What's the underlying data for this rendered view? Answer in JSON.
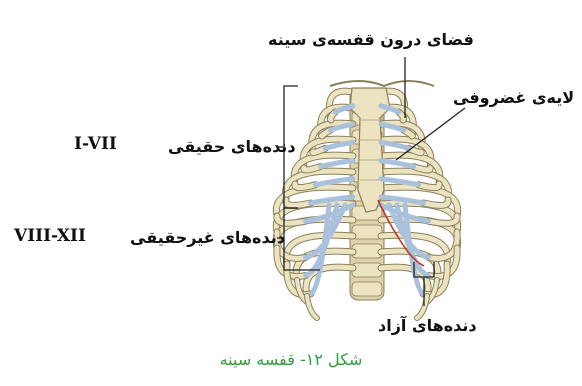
{
  "labels": {
    "thoracic_cavity": "فضای درون قفسه‌ی سینه",
    "cartilage_layer": "لایه‌ی غضروفی",
    "true_ribs_text": "دنده‌های حقیقی",
    "true_ribs_numerals": "I-VII",
    "false_ribs_text": "دنده‌های غیرحقیقی",
    "false_ribs_numerals": "VIII-XII",
    "floating_ribs": "دنده‌های آزاد"
  },
  "caption": "شکل ۱۲- قفسه سینه",
  "colors": {
    "bone": "#ece3c0",
    "bone_outline": "#8a7f5c",
    "cartilage": "#a9c1dc",
    "leader_line": "#222222",
    "caption": "#2e9e3a",
    "vessel": "#c0392b"
  }
}
